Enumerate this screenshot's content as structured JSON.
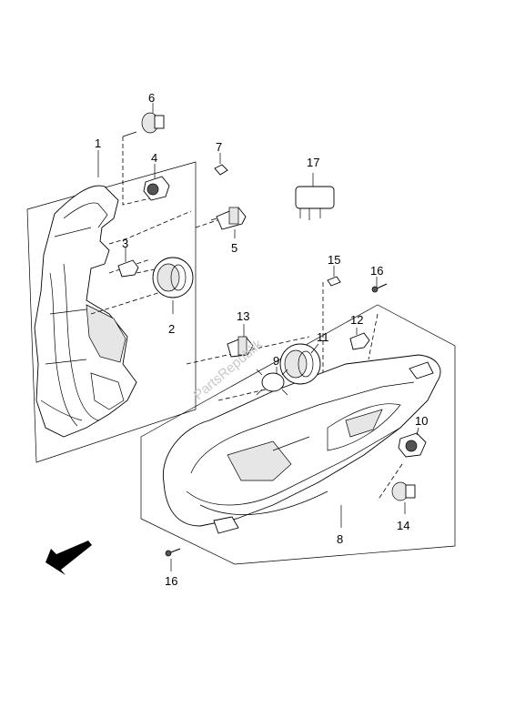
{
  "watermark": "PartsRepublik",
  "labels": [
    "1",
    "2",
    "3",
    "4",
    "5",
    "6",
    "7",
    "8",
    "9",
    "10",
    "11",
    "12",
    "13",
    "14",
    "15",
    "16",
    "16",
    "17"
  ],
  "icons": {
    "front_arrow": "arrow-down-left-icon"
  }
}
